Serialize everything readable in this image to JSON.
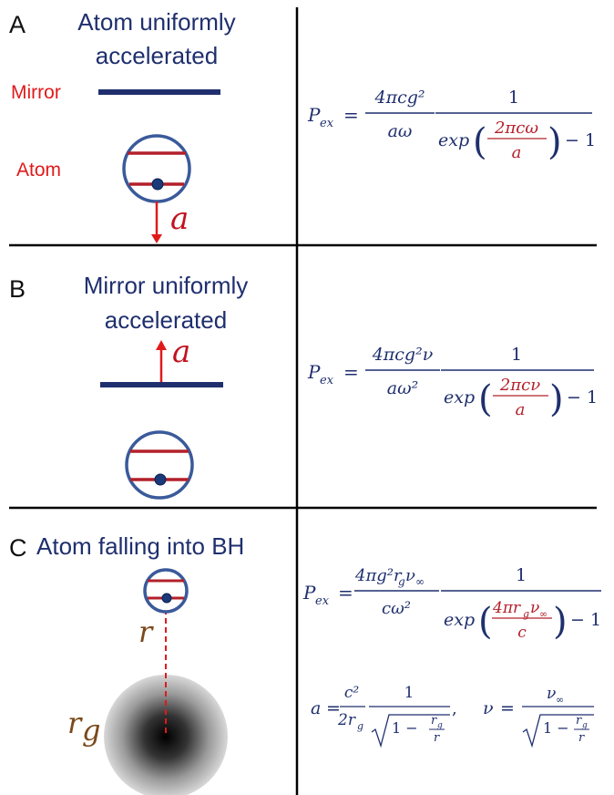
{
  "panels": {
    "a": {
      "letter": "A",
      "title_line1": "Atom uniformly",
      "title_line2": "accelerated",
      "mirror_label": "Mirror",
      "atom_label": "Atom",
      "accel_symbol": "a"
    },
    "b": {
      "letter": "B",
      "title_line1": "Mirror uniformly",
      "title_line2": "accelerated",
      "accel_symbol": "a"
    },
    "c": {
      "letter": "C",
      "title": "Atom falling into BH",
      "distance_symbol": "r",
      "radius_symbol": "r",
      "radius_subscript": "g"
    }
  },
  "equations": {
    "common": {
      "lhs_main": "P",
      "lhs_sub": "ex",
      "equals": "=",
      "exp": "exp",
      "minus_one": "− 1",
      "one": "1",
      "paren_open": "(",
      "paren_close": ")"
    },
    "a": {
      "coef_num": "4πcg²",
      "coef_den": "aω",
      "exp_num": "2πcω",
      "exp_den": "a"
    },
    "b": {
      "coef_num": "4πcg²ν",
      "coef_den": "aω²",
      "exp_num": "2πcν",
      "exp_den": "a"
    },
    "c": {
      "coef_num": "4πg²r",
      "coef_num_sub": "g",
      "coef_num_tail": "ν",
      "coef_num_tail_sub": "∞",
      "coef_den": "cω²",
      "exp_num": "4πr",
      "exp_num_sub": "g",
      "exp_num_tail": "ν",
      "exp_num_tail_sub": "∞",
      "exp_den": "c",
      "accel_lhs": "a",
      "accel_num": "c²",
      "accel_den": "2r",
      "accel_den_sub": "g",
      "sqrt_one": "1 −",
      "sqrt_r": "r",
      "sqrt_r_sub": "g",
      "sqrt_den": "r",
      "comma": ",",
      "nu_lhs": "ν",
      "nu_num": "ν",
      "nu_num_sub": "∞"
    }
  },
  "colors": {
    "navy": "#1f2f6e",
    "red": "#c1121f",
    "bright_red": "#e01a1a",
    "brown": "#7a4a1c",
    "divider": "#000000"
  }
}
